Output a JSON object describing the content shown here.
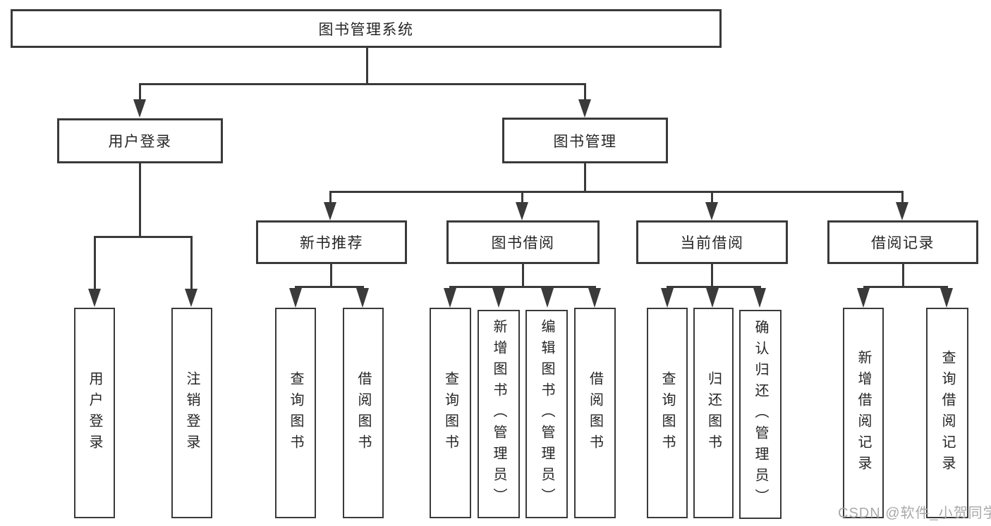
{
  "diagram": {
    "root": "图书管理系统",
    "branches": {
      "user_login": "用户登录",
      "book_management": "图书管理"
    },
    "modules": {
      "new_book_recommend": "新书推荐",
      "book_borrow": "图书借阅",
      "current_borrow": "当前借阅",
      "borrow_records": "借阅记录"
    },
    "leaves": {
      "user_login": [
        "用户登录",
        "注销登录"
      ],
      "new_book_recommend": [
        "查询图书",
        "借阅图书"
      ],
      "book_borrow": [
        "查询图书",
        "新增图书（管理员）",
        "编辑图书（管理员）",
        "借阅图书"
      ],
      "current_borrow": [
        "查询图书",
        "归还图书",
        "确认归还（管理员）"
      ],
      "borrow_records": [
        "新增借阅记录",
        "查询借阅记录"
      ]
    },
    "watermark": "CSDN @软件_小贺同学",
    "colors": {
      "line": "#3a3a3a",
      "text": "#262626",
      "watermark": "#a9a9a9",
      "background": "#ffffff"
    }
  }
}
